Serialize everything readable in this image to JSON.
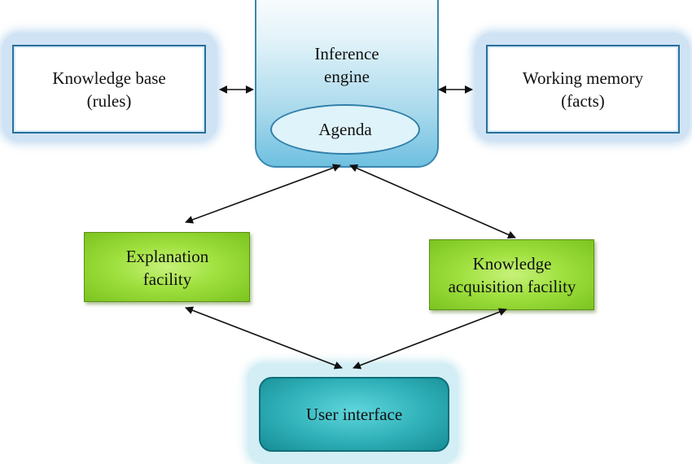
{
  "nodes": {
    "knowledge_base": "Knowledge base\n(rules)",
    "working_memory": "Working memory\n(facts)",
    "inference_engine": "Inference\nengine",
    "agenda": "Agenda",
    "explanation_facility": "Explanation\nfacility",
    "knowledge_acquisition": "Knowledge\nacquisition facility",
    "user_interface": "User interface"
  },
  "connections": [
    {
      "from": "knowledge_base",
      "to": "inference_engine",
      "arrows": "both"
    },
    {
      "from": "inference_engine",
      "to": "working_memory",
      "arrows": "both"
    },
    {
      "from": "inference_engine",
      "to": "explanation_facility",
      "arrows": "both"
    },
    {
      "from": "inference_engine",
      "to": "knowledge_acquisition",
      "arrows": "both"
    },
    {
      "from": "explanation_facility",
      "to": "user_interface",
      "arrows": "both"
    },
    {
      "from": "knowledge_acquisition",
      "to": "user_interface",
      "arrows": "both"
    }
  ],
  "colors": {
    "panel_border": "#2a6f99",
    "engine_fill": "#6fc0e0",
    "facility_fill": "#9fe03e",
    "user_interface_fill": "#2fb0b8",
    "arrow": "#111111"
  }
}
